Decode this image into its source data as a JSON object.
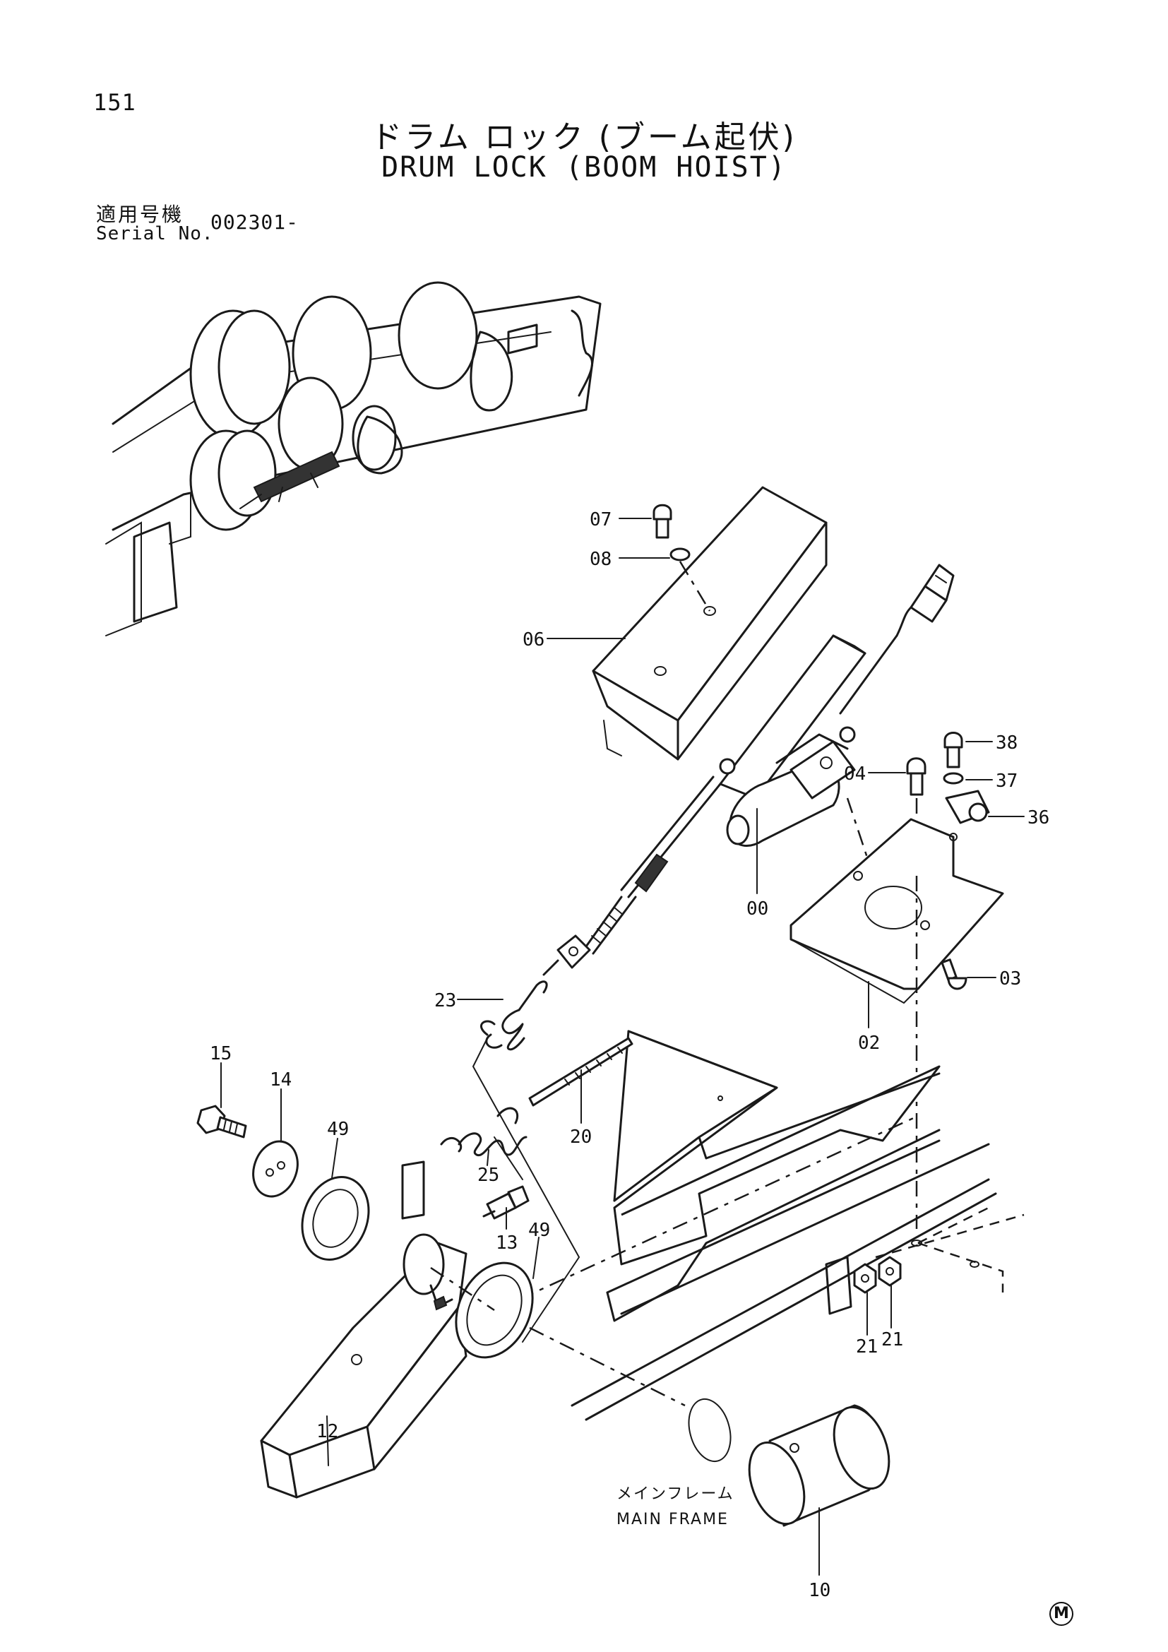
{
  "header": {
    "page_number": "151",
    "title_jp": "ドラム ロック (ブーム起伏)",
    "title_en": "DRUM LOCK (BOOM HOIST)",
    "serial_label_jp": "適用号機",
    "serial_label_en": "Serial No.",
    "serial_value": "002301-"
  },
  "parts": {
    "p00": "00",
    "p02": "02",
    "p03": "03",
    "p04": "04",
    "p06": "06",
    "p07": "07",
    "p08": "08",
    "p10": "10",
    "p12": "12",
    "p13": "13",
    "p14": "14",
    "p15": "15",
    "p20": "20",
    "p21a": "21",
    "p21b": "21",
    "p23": "23",
    "p25": "25",
    "p36": "36",
    "p37": "37",
    "p38": "38",
    "p49a": "49",
    "p49b": "49"
  },
  "frame_label": {
    "jp": "メインフレーム",
    "en": "MAIN FRAME"
  },
  "footer": {
    "mark": "M"
  }
}
